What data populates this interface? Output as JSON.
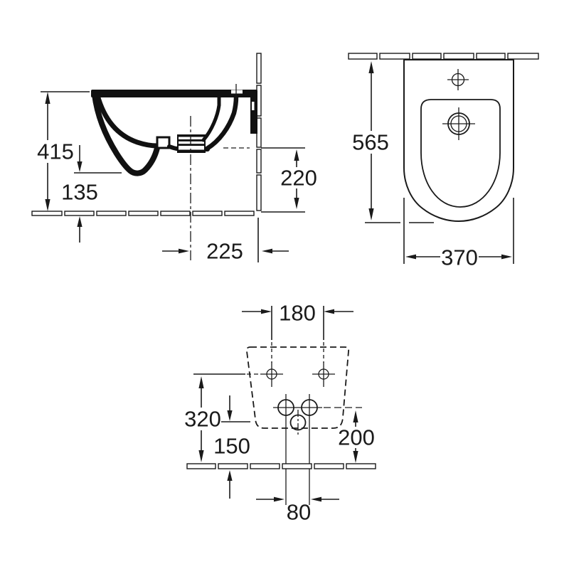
{
  "colors": {
    "line": "#1a1a1a",
    "background": "#ffffff",
    "profile_fill": "#111111"
  },
  "views": {
    "side": {
      "dims": {
        "overall_height": "415",
        "underside_clearance": "135",
        "outlet_center_height": "220",
        "outlet_center_to_wall": "225"
      }
    },
    "top": {
      "dims": {
        "depth": "565",
        "width": "370"
      }
    },
    "back": {
      "dims": {
        "fixing_hole_spacing": "180",
        "fixing_hole_height": "320",
        "drain_center_height": "150",
        "supply_height": "200",
        "supply_spacing": "80"
      }
    }
  }
}
